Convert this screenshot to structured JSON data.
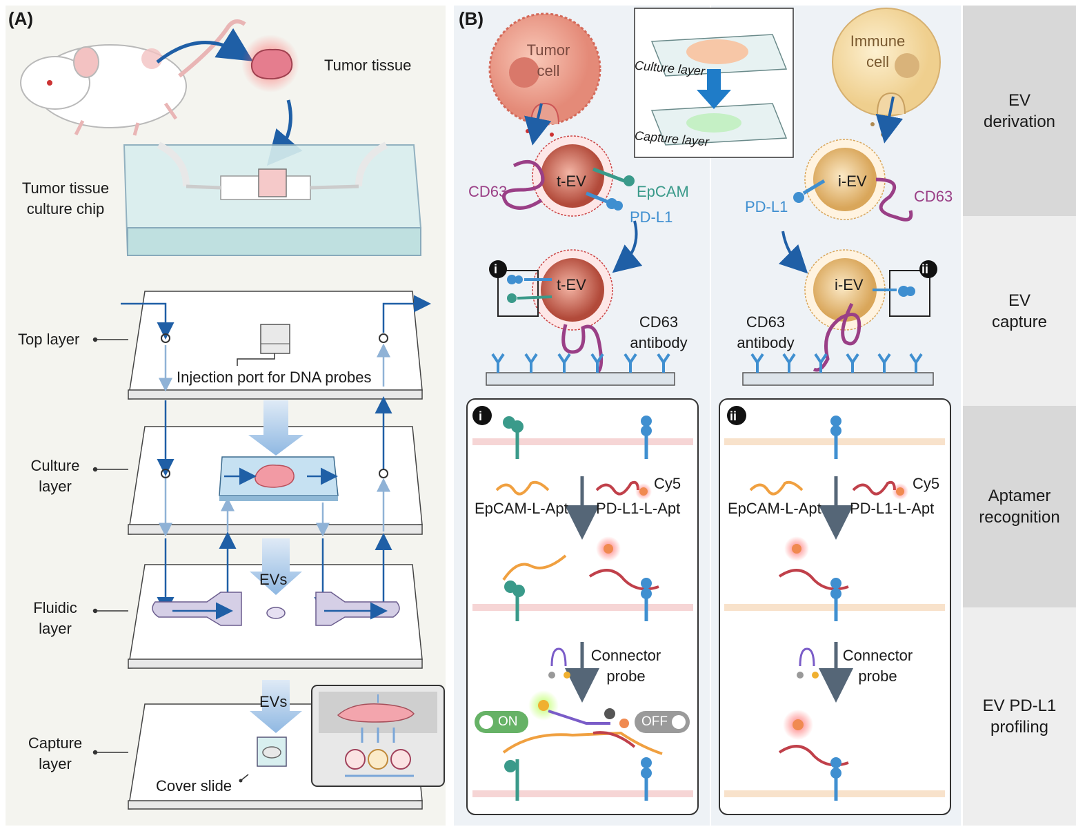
{
  "panel_a": {
    "title": "(A)",
    "tumor_tissue": "Tumor tissue",
    "chip_label": "Tumor tissue\nculture chip",
    "injection_port": "Injection port for DNA probes",
    "layers": [
      "Top layer",
      "Culture\nlayer",
      "Fluidic\nlayer",
      "Capture\nlayer"
    ],
    "evs": "EVs",
    "cover_slide": "Cover slide"
  },
  "panel_b": {
    "title": "(B)",
    "tumor_cell": "Tumor\ncell",
    "immune_cell": "Immune\ncell",
    "culture_layer": "Culture layer",
    "capture_layer": "Capture layer",
    "t_ev": "t-EV",
    "i_ev": "i-EV",
    "cd63": "CD63",
    "epcam": "EpCAM",
    "pdl1": "PD-L1",
    "cd63_antibody": "CD63\nantibody",
    "marker_i": "i",
    "marker_ii": "ii",
    "cy5": "Cy5",
    "epcam_apt": "EpCAM-L-Apt",
    "pdl1_apt": "PD-L1-L-Apt",
    "connector_probe": "Connector\nprobe",
    "on": "ON",
    "off": "OFF"
  },
  "steps": [
    "EV\nderivation",
    "EV\ncapture",
    "Aptamer\nrecognition",
    "EV PD-L1\nprofiling"
  ],
  "colors": {
    "blue_arrow": "#1f5fa6",
    "tumor": "#e8917f",
    "immune": "#f2d49a",
    "cd63": "#9a3f86",
    "epcam": "#3a9a8a",
    "pdl1": "#3f8fd0",
    "on_green": "#66b266",
    "off_grey": "#9a9a9a"
  }
}
